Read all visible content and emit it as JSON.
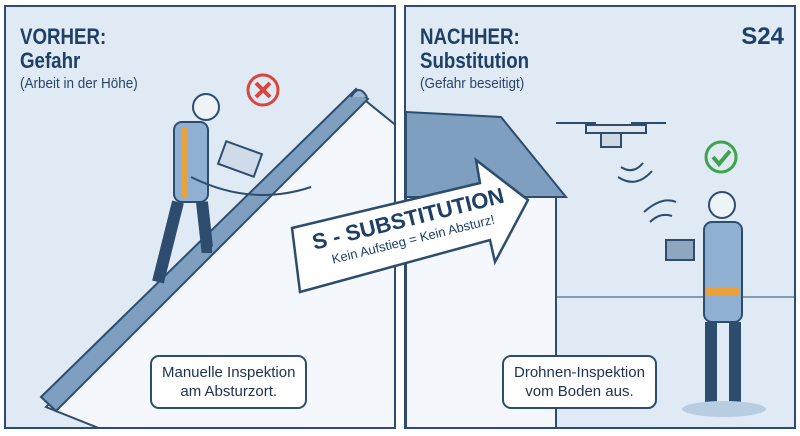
{
  "left": {
    "title1": "VORHER:",
    "title2": "Gefahr",
    "subtitle": "(Arbeit in der Höhe)",
    "bubble_line1": "Manuelle Inspektion",
    "bubble_line2": "am Absturzort.",
    "status_icon": "x-circle-icon"
  },
  "right": {
    "title1": "NACHHER:",
    "title2": "Substitution",
    "subtitle": "(Gefahr beseitigt)",
    "tag": "S24",
    "bubble_line1": "Drohnen-Inspektion",
    "bubble_line2": "vom Boden aus.",
    "status_icon": "check-circle-icon"
  },
  "arrow": {
    "title": "S - SUBSTITUTION",
    "subtitle": "Kein Aufstieg = Kein Absturz!"
  },
  "colors": {
    "panel_bg": "#dfeaf5",
    "border": "#2e4d6e",
    "text": "#1e3f66",
    "danger": "#d9463e",
    "ok": "#3fa34d",
    "harness": "#e9a23b"
  }
}
